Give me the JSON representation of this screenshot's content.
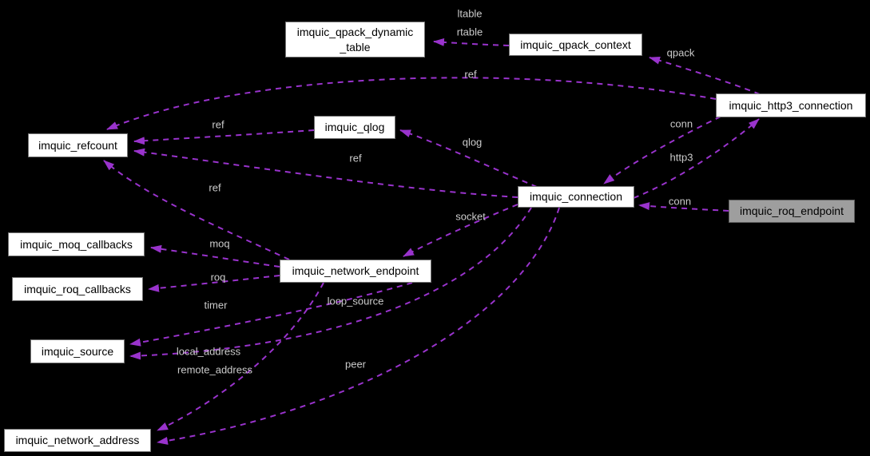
{
  "diagram": {
    "type": "collaboration-graph",
    "background_color": "#000000",
    "edge_color": "#9933cc",
    "edge_style": "dashed",
    "edge_label_color": "#cbcbcb",
    "node_fill": "#ffffff",
    "highlighted_node_fill": "#9e9e9e",
    "nodes": {
      "qpack_dynamic_table": {
        "label": "imquic_qpack_dynamic\n_table"
      },
      "qpack_context": {
        "label": "imquic_qpack_context"
      },
      "http3_connection": {
        "label": "imquic_http3_connection"
      },
      "refcount": {
        "label": "imquic_refcount"
      },
      "qlog": {
        "label": "imquic_qlog"
      },
      "connection": {
        "label": "imquic_connection"
      },
      "roq_endpoint": {
        "label": "imquic_roq_endpoint",
        "highlighted": true
      },
      "moq_callbacks": {
        "label": "imquic_moq_callbacks"
      },
      "roq_callbacks": {
        "label": "imquic_roq_callbacks"
      },
      "network_endpoint": {
        "label": "imquic_network_endpoint"
      },
      "source": {
        "label": "imquic_source"
      },
      "network_address": {
        "label": "imquic_network_address"
      }
    },
    "edges": [
      {
        "from": "qpack_context",
        "to": "qpack_dynamic_table",
        "label": "ltable"
      },
      {
        "from": "qpack_context",
        "to": "qpack_dynamic_table",
        "label": "rtable"
      },
      {
        "from": "http3_connection",
        "to": "qpack_context",
        "label": "qpack"
      },
      {
        "from": "http3_connection",
        "to": "refcount",
        "label": "ref"
      },
      {
        "from": "http3_connection",
        "to": "connection",
        "label": "conn"
      },
      {
        "from": "connection",
        "to": "http3_connection",
        "label": "http3"
      },
      {
        "from": "qlog",
        "to": "refcount",
        "label": "ref"
      },
      {
        "from": "connection",
        "to": "qlog",
        "label": "qlog"
      },
      {
        "from": "connection",
        "to": "refcount",
        "label": "ref"
      },
      {
        "from": "roq_endpoint",
        "to": "connection",
        "label": "conn"
      },
      {
        "from": "connection",
        "to": "network_endpoint",
        "label": "socket"
      },
      {
        "from": "network_endpoint",
        "to": "refcount",
        "label": "ref"
      },
      {
        "from": "network_endpoint",
        "to": "moq_callbacks",
        "label": "moq"
      },
      {
        "from": "network_endpoint",
        "to": "roq_callbacks",
        "label": "roq"
      },
      {
        "from": "network_endpoint",
        "to": "source",
        "label": "timer"
      },
      {
        "from": "connection",
        "to": "source",
        "label": "loop_source"
      },
      {
        "from": "network_endpoint",
        "to": "network_address",
        "label": "local_address"
      },
      {
        "from": "network_endpoint",
        "to": "network_address",
        "label": "remote_address"
      },
      {
        "from": "connection",
        "to": "network_address",
        "label": "peer"
      }
    ]
  }
}
